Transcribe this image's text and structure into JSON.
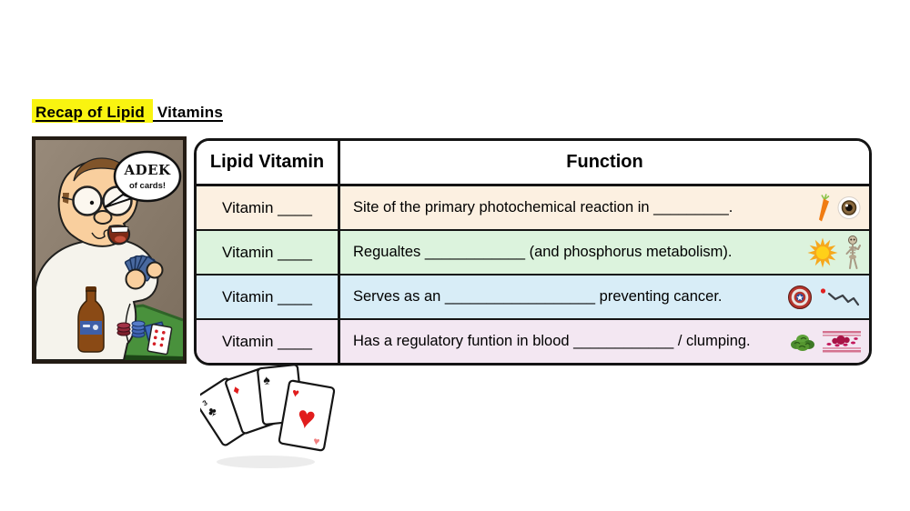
{
  "page": {
    "background": "#ffffff"
  },
  "title": {
    "highlighted": "Recap of Lipid",
    "rest": " Vitamins",
    "highlight_color": "#f9f410"
  },
  "cartoon": {
    "bubble_line1": "ADEK",
    "bubble_line2": "of cards!"
  },
  "table": {
    "header": {
      "col1": "Lipid Vitamin",
      "col2": "Function"
    },
    "rows": [
      {
        "vitamin": "Vitamin ____",
        "function": "Site of the primary photochemical reaction in _________.",
        "bg": "#fcf0e1",
        "icons": [
          "carrot-icon",
          "eye-icon"
        ]
      },
      {
        "vitamin": "Vitamin ____",
        "function": "Regualtes ____________ (and phosphorus metabolism).",
        "bg": "#dcf3dd",
        "icons": [
          "sun-icon",
          "skeleton-icon"
        ]
      },
      {
        "vitamin": "Vitamin ____",
        "function": "Serves as an __________________ preventing cancer.",
        "bg": "#d8edf7",
        "icons": [
          "shield-icon",
          "free-radical-icon"
        ]
      },
      {
        "vitamin": "Vitamin ____",
        "function": "Has a regulatory funtion in blood ____________ / clumping.",
        "bg": "#f3e7f2",
        "icons": [
          "leafy-greens-icon",
          "blood-platelets-icon"
        ]
      }
    ]
  },
  "cards_fan": {
    "cards": [
      {
        "suit": "clubs",
        "corner_rank": "3",
        "corner_glyph": "♣"
      },
      {
        "suit": "diamonds",
        "corner_glyph": "♦"
      },
      {
        "suit": "spades",
        "corner_glyph": "♠"
      },
      {
        "suit": "hearts",
        "corner_glyph": "♥",
        "center_glyph": "♥"
      }
    ],
    "red": "#e11d1d",
    "black": "#141414"
  }
}
